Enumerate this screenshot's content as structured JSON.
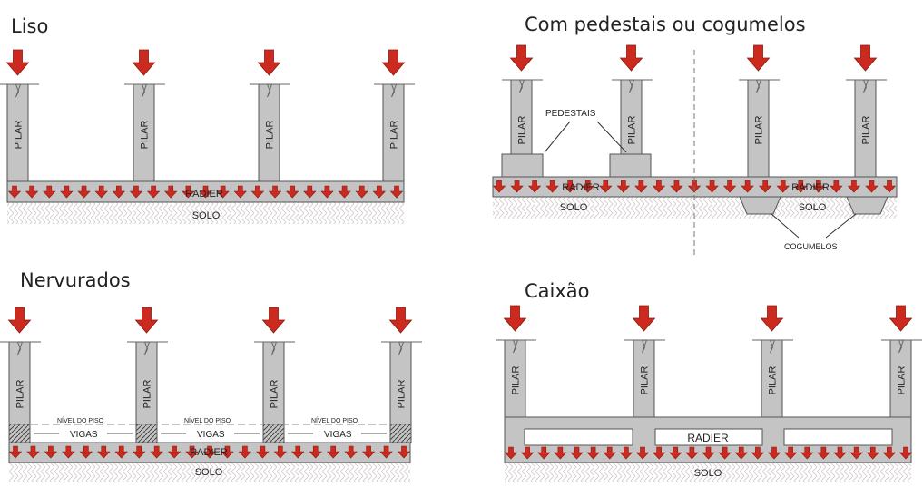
{
  "colors": {
    "load_arrow": "#cc2a1e",
    "arrow_stroke": "#8a1a12",
    "concrete": "#c4c4c4",
    "outline": "#555555",
    "soil_hatch": "#d8cfcf"
  },
  "panels": [
    {
      "title": "Liso",
      "labels": {
        "pillar": "PILAR",
        "slab": "RADIER",
        "soil": "SOLO"
      }
    },
    {
      "title": "Com pedestais ou cogumelos",
      "labels": {
        "pillar": "PILAR",
        "slab": "RADIER",
        "soil": "SOLO",
        "pedestals": "PEDESTAIS",
        "mushrooms": "COGUMELOS"
      }
    },
    {
      "title": "Nervurados",
      "labels": {
        "pillar": "PILAR",
        "slab": "RADIER",
        "soil": "SOLO",
        "floor_level": "NÍVEL DO PISO",
        "beams": "VIGAS"
      }
    },
    {
      "title": "Caixão",
      "labels": {
        "pillar": "PILAR",
        "slab": "RADIER",
        "soil": "SOLO"
      }
    }
  ]
}
